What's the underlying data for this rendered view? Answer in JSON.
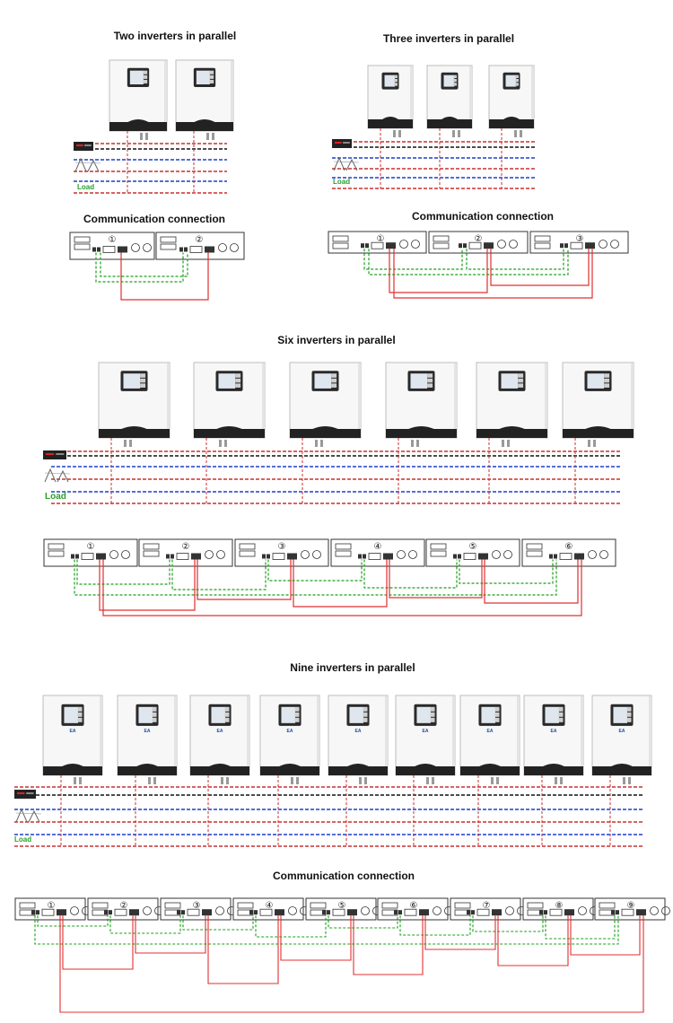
{
  "titles": {
    "two": "Two inverters in parallel",
    "three": "Three inverters in parallel",
    "six": "Six inverters in parallel",
    "nine": "Nine inverters in parallel",
    "comm": "Communication connection"
  },
  "labels": {
    "load": "Load"
  },
  "brand_text": "EA",
  "unit_numbers": [
    "①",
    "②",
    "③",
    "④",
    "⑤",
    "⑥",
    "⑦",
    "⑧",
    "⑨"
  ],
  "colors": {
    "positive": "#d42020",
    "negative": "#111111",
    "neutral": "#1f3fc8",
    "line": "#c83030",
    "comm_green": "#1aa01a",
    "comm_red": "#e03030",
    "load_green": "#2aa02a"
  },
  "diagrams": {
    "two": {
      "inverters": 2
    },
    "three": {
      "inverters": 3
    },
    "six": {
      "inverters": 6
    },
    "nine": {
      "inverters": 9
    }
  }
}
